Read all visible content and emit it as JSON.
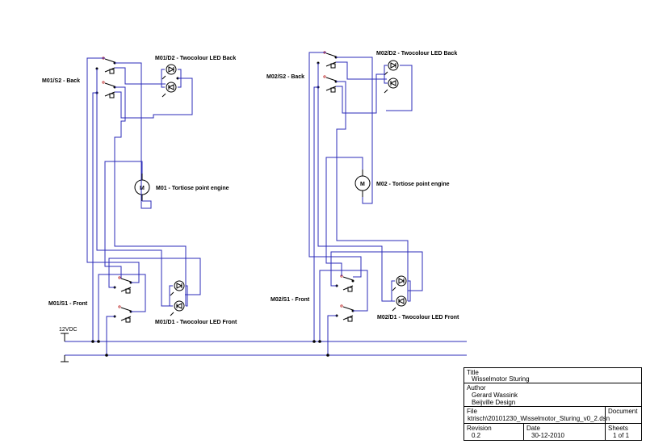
{
  "labels": {
    "m01_s2": "M01/S2 - Back",
    "m01_d2": "M01/D2 - Twocolour LED Back",
    "m01_motor": "M01 - Tortiose point engine",
    "m01_s1": "M01/S1 - Front",
    "m01_d1": "M01/D1 - Twocolour LED Front",
    "m02_s2": "M02/S2 - Back",
    "m02_d2": "M02/D2 - Twocolour LED Back",
    "m02_motor": "M02 - Tortiose point engine",
    "m02_s1": "M02/S1 - Front",
    "m02_d1": "M02/D1 - Twocolour LED Front",
    "supply": "12VDC",
    "motor_symbol": "M"
  },
  "title_block": {
    "title_label": "Title",
    "title_value": "Wisselmotor Sturing",
    "author_label": "Author",
    "author_line1": "Gerard Wassink",
    "author_line2": "Beijville Design",
    "file_label": "File",
    "file_value": "ktrisch\\20101230_Wisselmotor_Sturing_v0_2.dsn",
    "document_label": "Document",
    "revision_label": "Revision",
    "revision_value": "0.2",
    "date_label": "Date",
    "date_value": "30-12-2010",
    "sheets_label": "Sheets",
    "sheets_value": "1 of 1"
  }
}
